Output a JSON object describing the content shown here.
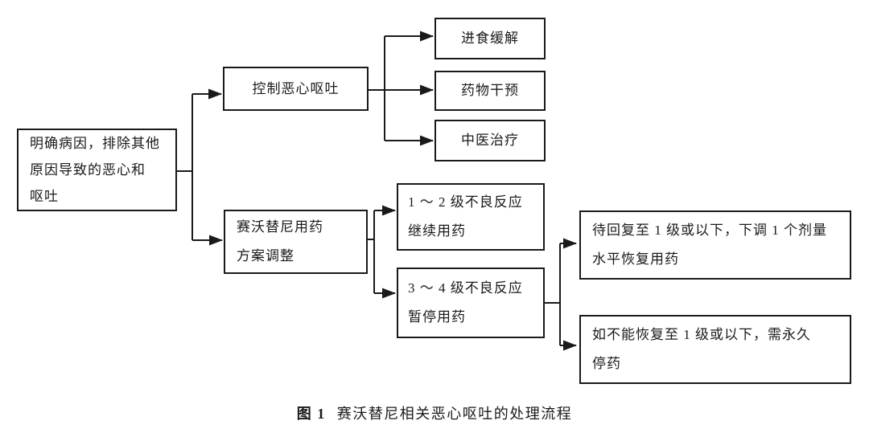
{
  "figure": {
    "caption_label": "图 1",
    "caption_text": "赛沃替尼相关恶心呕吐的处理流程"
  },
  "colors": {
    "line": "#1a1a1a",
    "text": "#1a1a1a",
    "background": "#ffffff"
  },
  "nodes": {
    "root": "明确病因，排除其他\n原因导致的恶心和\n呕吐",
    "control": "控制恶心呕吐",
    "eat": "进食缓解",
    "drug": "药物干预",
    "tcm": "中医治疗",
    "adjust": "赛沃替尼用药\n方案调整",
    "grade12": "1 ～ 2 级不良反应\n继续用药",
    "grade34": "3 ～ 4 级不良反应\n暂停用药",
    "recover": "待回复至 1 级或以下，下调 1 个剂量\n水平恢复用药",
    "permanent": "如不能恢复至 1 级或以下，需永久\n停药"
  },
  "edges": [
    {
      "from": "root",
      "to": "control"
    },
    {
      "from": "root",
      "to": "adjust"
    },
    {
      "from": "control",
      "to": "eat"
    },
    {
      "from": "control",
      "to": "drug"
    },
    {
      "from": "control",
      "to": "tcm"
    },
    {
      "from": "adjust",
      "to": "grade12"
    },
    {
      "from": "adjust",
      "to": "grade34"
    },
    {
      "from": "grade34",
      "to": "recover"
    },
    {
      "from": "grade34",
      "to": "permanent"
    }
  ]
}
